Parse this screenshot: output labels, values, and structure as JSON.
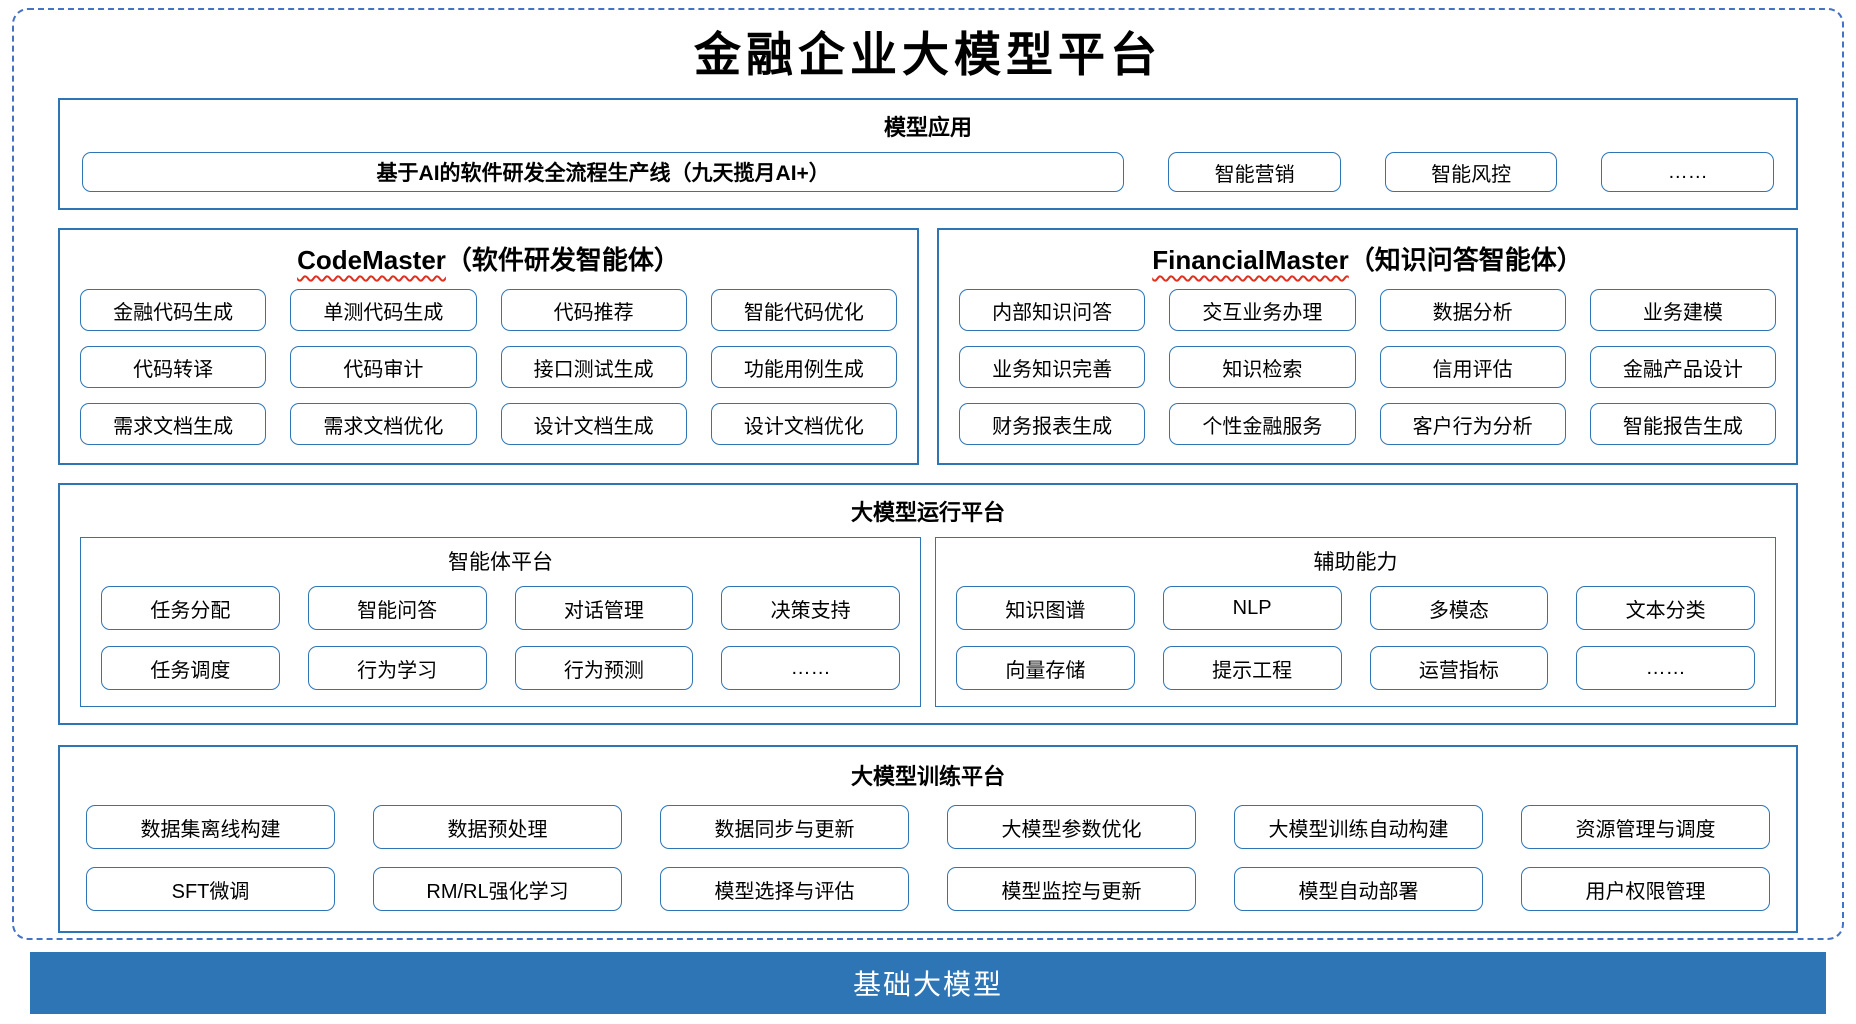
{
  "title": "金融企业大模型平台",
  "colors": {
    "section_border": "#2E75B6",
    "chip_border": "#2E75B6",
    "dashed_frame": "#4472C4",
    "base_bar_bg": "#2E75B6",
    "base_bar_text": "#FFFFFF",
    "wavy_underline": "#E0301E"
  },
  "app": {
    "title": "模型应用",
    "pipeline": "基于AI的软件研发全流程生产线（九天揽月AI+）",
    "items": [
      "智能营销",
      "智能风控",
      "……"
    ]
  },
  "codemaster": {
    "name": "CodeMaster",
    "subtitle": "（软件研发智能体）",
    "items": [
      "金融代码生成",
      "单测代码生成",
      "代码推荐",
      "智能代码优化",
      "代码转译",
      "代码审计",
      "接口测试生成",
      "功能用例生成",
      "需求文档生成",
      "需求文档优化",
      "设计文档生成",
      "设计文档优化"
    ]
  },
  "financialmaster": {
    "name": "FinancialMaster",
    "subtitle": "（知识问答智能体）",
    "items": [
      "内部知识问答",
      "交互业务办理",
      "数据分析",
      "业务建模",
      "业务知识完善",
      "知识检索",
      "信用评估",
      "金融产品设计",
      "财务报表生成",
      "个性金融服务",
      "客户行为分析",
      "智能报告生成"
    ]
  },
  "runtime": {
    "title": "大模型运行平台",
    "agent": {
      "title": "智能体平台",
      "items": [
        "任务分配",
        "智能问答",
        "对话管理",
        "决策支持",
        "任务调度",
        "行为学习",
        "行为预测",
        "……"
      ]
    },
    "aux": {
      "title": "辅助能力",
      "items": [
        "知识图谱",
        "NLP",
        "多模态",
        "文本分类",
        "向量存储",
        "提示工程",
        "运营指标",
        "……"
      ]
    }
  },
  "training": {
    "title": "大模型训练平台",
    "items": [
      "数据集离线构建",
      "数据预处理",
      "数据同步与更新",
      "大模型参数优化",
      "大模型训练自动构建",
      "资源管理与调度",
      "SFT微调",
      "RM/RL强化学习",
      "模型选择与评估",
      "模型监控与更新",
      "模型自动部署",
      "用户权限管理"
    ]
  },
  "foundation": {
    "title": "基础大模型"
  }
}
